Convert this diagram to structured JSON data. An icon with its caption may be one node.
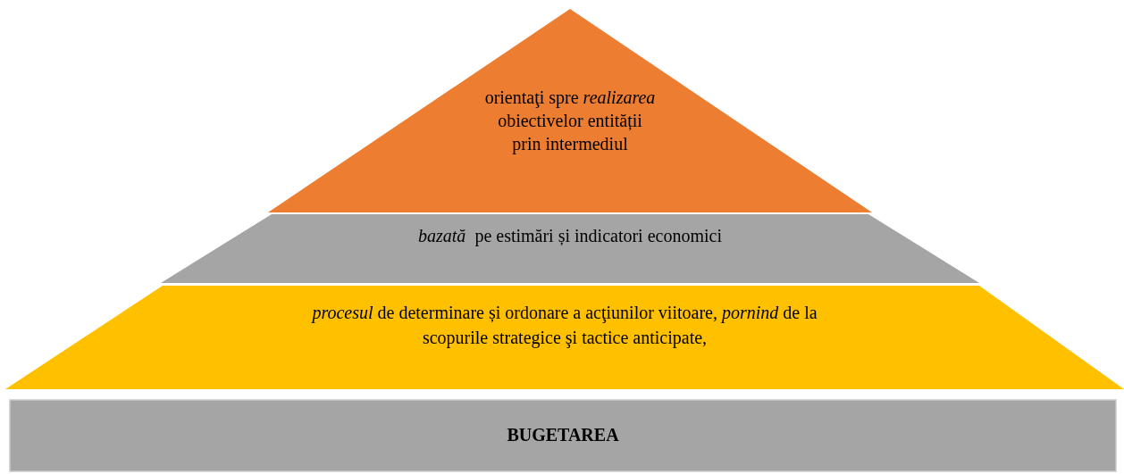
{
  "diagram": {
    "nodes": [
      {
        "text": [
          "orientaţi spre *realizarea* obiectivelor entității prin intermediul"
        ]
      },
      {
        "text": [
          "*bazată*  pe estimări și indicatori economici"
        ]
      },
      {
        "text": [
          "*procesul* de determinare și ordonare a acţiunilor viitoare, *pornind* de la scopurile strategice şi tactice anticipate,"
        ]
      },
      {
        "text": [
          "BUGETAREA"
        ]
      }
    ]
  }
}
